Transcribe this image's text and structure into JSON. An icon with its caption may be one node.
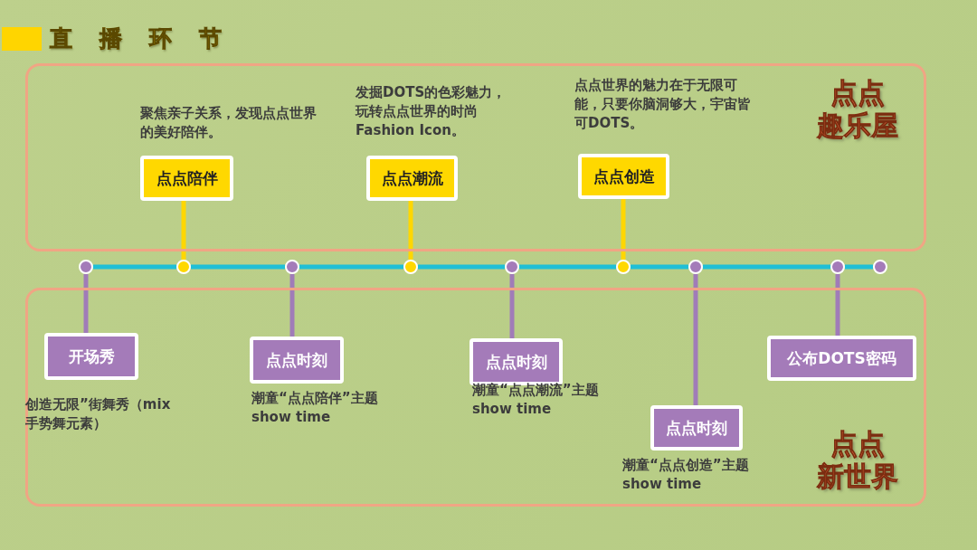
{
  "diagram": {
    "title": "直播环节",
    "nodes": [
      {
        "text": [
          "点点趣乐屋"
        ]
      },
      {
        "text": [
          "点点新世界"
        ]
      },
      {
        "text": [
          "点点陪伴"
        ],
        "in": 0,
        "beside": [
          "聚焦亲子关系，发现点点世界的美好陪伴。"
        ]
      },
      {
        "text": [
          "点点潮流"
        ],
        "in": 0,
        "beside": [
          "发掘DOTS的色彩魅力，玩转点点世界的时尚Fashion Icon。"
        ]
      },
      {
        "text": [
          "点点创造"
        ],
        "in": 0,
        "beside": [
          "点点世界的魅力在于无限可能，只要你脑洞够大，宇宙皆可DOTS。"
        ]
      },
      {
        "text": [
          "开场秀"
        ],
        "in": 1,
        "beside": [
          "创造无限”街舞秀（mix手势舞元素）"
        ]
      },
      {
        "text": [
          "点点时刻"
        ],
        "in": 1,
        "beside": [
          "潮童“点点陪伴”主题show time"
        ]
      },
      {
        "text": [
          "点点时刻"
        ],
        "in": 1,
        "beside": [
          "潮童“点点潮流”主题show time"
        ]
      },
      {
        "text": [
          "点点时刻"
        ],
        "in": 1,
        "beside": [
          "潮童“点点创造”主题show time"
        ]
      },
      {
        "text": [
          "公布DOTS密码"
        ],
        "in": 1
      },
      {
        "text": [],
        "shape": "circle"
      },
      {
        "text": [],
        "shape": "circle"
      },
      {
        "text": [],
        "shape": "circle"
      },
      {
        "text": [],
        "shape": "circle"
      },
      {
        "text": [],
        "shape": "circle"
      },
      {
        "text": [],
        "shape": "circle"
      },
      {
        "text": [],
        "shape": "circle"
      },
      {
        "text": [],
        "shape": "circle"
      },
      {
        "text": [],
        "shape": "circle"
      }
    ],
    "edges": [
      {
        "from": 10,
        "to": 11,
        "arrow": "none",
        "color": "#1fbfd6"
      },
      {
        "from": 11,
        "to": 12,
        "arrow": "none",
        "color": "#1fbfd6"
      },
      {
        "from": 12,
        "to": 13,
        "arrow": "none",
        "color": "#1fbfd6"
      },
      {
        "from": 13,
        "to": 14,
        "arrow": "none",
        "color": "#1fbfd6"
      },
      {
        "from": 14,
        "to": 15,
        "arrow": "none",
        "color": "#1fbfd6"
      },
      {
        "from": 15,
        "to": 16,
        "arrow": "none",
        "color": "#1fbfd6"
      },
      {
        "from": 16,
        "to": 17,
        "arrow": "none",
        "color": "#1fbfd6"
      },
      {
        "from": 17,
        "to": 18,
        "arrow": "none",
        "color": "#1fbfd6"
      },
      {
        "from": 10,
        "to": 5,
        "arrow": "none",
        "color": "#a07cb8"
      },
      {
        "from": 11,
        "to": 2,
        "arrow": "none",
        "color": "#ffd700"
      },
      {
        "from": 12,
        "to": 6,
        "arrow": "none",
        "color": "#a07cb8"
      },
      {
        "from": 13,
        "to": 3,
        "arrow": "none",
        "color": "#ffd700"
      },
      {
        "from": 14,
        "to": 7,
        "arrow": "none",
        "color": "#a07cb8"
      },
      {
        "from": 15,
        "to": 4,
        "arrow": "none",
        "color": "#ffd700"
      },
      {
        "from": 16,
        "to": 8,
        "arrow": "none",
        "color": "#a07cb8"
      },
      {
        "from": 17,
        "to": 9,
        "arrow": "none",
        "color": "#a07cb8"
      }
    ]
  }
}
